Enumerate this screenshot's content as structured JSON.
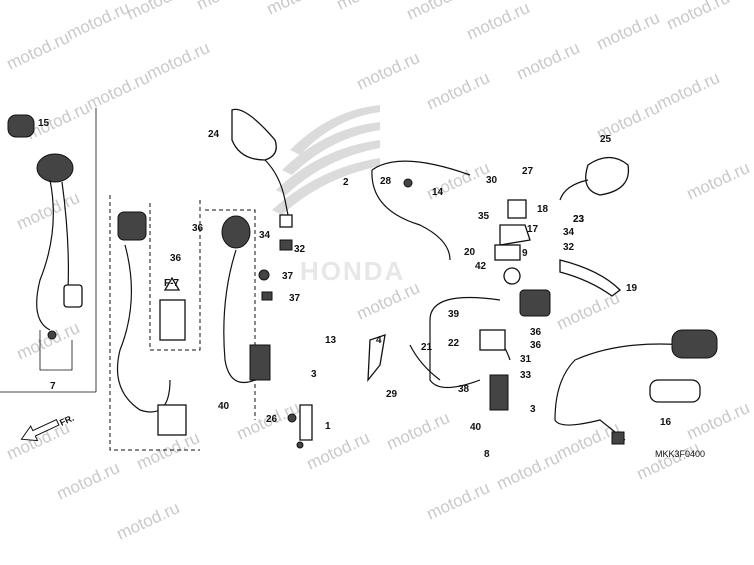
{
  "watermark_text": "motod.ru",
  "brand_logo_text": "HONDA",
  "diagram_code": "MKK3F0400",
  "front_arrow_text": "FR.",
  "ref_label": "F-7",
  "callouts": [
    "15",
    "24",
    "2",
    "28",
    "14",
    "30",
    "27",
    "25",
    "18",
    "23",
    "23",
    "34",
    "32",
    "17",
    "35",
    "20",
    "9",
    "34",
    "32",
    "42",
    "19",
    "36",
    "36",
    "37",
    "37",
    "13",
    "3",
    "40",
    "7",
    "39",
    "36",
    "36",
    "4",
    "21",
    "22",
    "31",
    "33",
    "29",
    "38",
    "3",
    "40",
    "8",
    "26",
    "1",
    "16",
    "21"
  ]
}
